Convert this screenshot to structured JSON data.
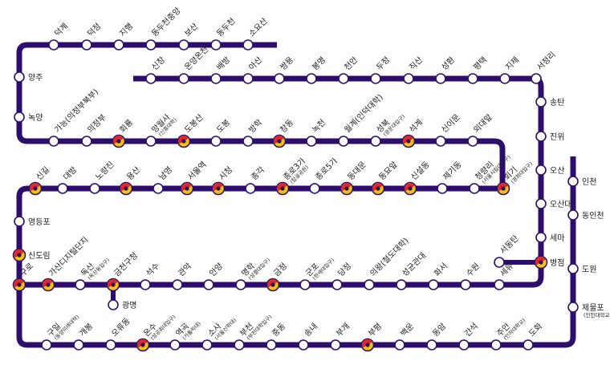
{
  "colors": {
    "line": "#2c0d6b",
    "station_fill": "#ffffff",
    "station_stroke": "#2c0d6b",
    "transfer_a": "#e8222a",
    "transfer_b": "#f4c20d",
    "transfer_ring": "#2c0d6b"
  },
  "rows": [
    {
      "id": "r1",
      "stations": [
        {
          "n": "덕계"
        },
        {
          "n": "덕정"
        },
        {
          "n": "지행"
        },
        {
          "n": "동두천중앙"
        },
        {
          "n": "보산"
        },
        {
          "n": "동두천"
        },
        {
          "n": "소요산"
        }
      ]
    },
    {
      "id": "r2",
      "stations": [
        {
          "n": "신창"
        },
        {
          "n": "온양온천"
        },
        {
          "n": "배방"
        },
        {
          "n": "아산"
        },
        {
          "n": "쌍용"
        },
        {
          "n": "봉명"
        },
        {
          "n": "천안"
        },
        {
          "n": "두정"
        },
        {
          "n": "직산"
        },
        {
          "n": "성환"
        },
        {
          "n": "평택"
        },
        {
          "n": "지제"
        },
        {
          "n": "서정리"
        }
      ]
    },
    {
      "id": "r3",
      "stations": [
        {
          "n": "가능(의정부북부)"
        },
        {
          "n": "의정부"
        },
        {
          "n": "회룡",
          "t": 1
        },
        {
          "n": "망월사",
          "s": "(신흥대학)"
        },
        {
          "n": "도봉산",
          "t": 1
        },
        {
          "n": "도봉"
        },
        {
          "n": "방학"
        },
        {
          "n": "창동",
          "t": 1
        },
        {
          "n": "녹천"
        },
        {
          "n": "월계(인덕대학)"
        },
        {
          "n": "성북",
          "s": "(광운대입구)"
        },
        {
          "n": "석계",
          "t": 1
        },
        {
          "n": "신이문"
        },
        {
          "n": "외대앞"
        }
      ]
    },
    {
      "id": "r4",
      "stations": [
        {
          "n": "신길",
          "t": 1
        },
        {
          "n": "대방"
        },
        {
          "n": "노량진"
        },
        {
          "n": "용산",
          "t": 1
        },
        {
          "n": "남영"
        },
        {
          "n": "서울역",
          "t": 1
        },
        {
          "n": "시청",
          "t": 1
        },
        {
          "n": "종각"
        },
        {
          "n": "종로3가",
          "s": "(탑골공원)",
          "t": 1
        },
        {
          "n": "종로5가"
        },
        {
          "n": "동대문",
          "t": 1
        },
        {
          "n": "동묘앞",
          "t": 1
        },
        {
          "n": "신설동",
          "t": 1
        },
        {
          "n": "제기동"
        },
        {
          "n": "청량리",
          "s": "(서울시립대입구)"
        },
        {
          "n": "회기",
          "s": "(경희대입구)",
          "t": 1
        }
      ]
    },
    {
      "id": "r5",
      "stations": [
        {
          "n": "구로",
          "t": 1
        },
        {
          "n": "가산디지털단지",
          "t": 1
        },
        {
          "n": "독산",
          "s": "(독산동입구)"
        },
        {
          "n": "금천구청",
          "t": 1
        },
        {
          "n": "석수"
        },
        {
          "n": "관악"
        },
        {
          "n": "안양"
        },
        {
          "n": "명학",
          "s": "(성결대입구)"
        },
        {
          "n": "금정",
          "t": 1
        },
        {
          "n": "군포",
          "s": "(한세대입구)"
        },
        {
          "n": "당정"
        },
        {
          "n": "의왕(철도대학)"
        },
        {
          "n": "성균관대"
        },
        {
          "n": "화서"
        },
        {
          "n": "수원"
        },
        {
          "n": "세류"
        }
      ]
    },
    {
      "id": "r6",
      "stations": [
        {
          "n": "구일",
          "s": "(동양미래대학)"
        },
        {
          "n": "개봉"
        },
        {
          "n": "오류동"
        },
        {
          "n": "온수",
          "s": "(성공회대입구)",
          "t": 1
        },
        {
          "n": "역곡",
          "s": "(가톨릭대)"
        },
        {
          "n": "소사",
          "s": "(서울신학대)"
        },
        {
          "n": "부천",
          "s": "(부천대학입구)"
        },
        {
          "n": "중동"
        },
        {
          "n": "송내"
        },
        {
          "n": "부개"
        },
        {
          "n": "부평",
          "t": 1
        },
        {
          "n": "백운"
        },
        {
          "n": "동암"
        },
        {
          "n": "간석"
        },
        {
          "n": "주안",
          "s": "(인하대학교)"
        },
        {
          "n": "도화"
        }
      ]
    },
    {
      "id": "west_col",
      "stations": [
        {
          "n": "양주"
        },
        {
          "n": "녹양"
        }
      ]
    },
    {
      "id": "west_col2",
      "stations": [
        {
          "n": "영등포"
        },
        {
          "n": "신도림",
          "t": 1
        }
      ]
    },
    {
      "id": "east_col",
      "stations": [
        {
          "n": "송탄"
        },
        {
          "n": "진위"
        },
        {
          "n": "오산"
        },
        {
          "n": "오산대"
        },
        {
          "n": "세마"
        },
        {
          "n": "병점",
          "t": 1
        }
      ]
    },
    {
      "id": "branch_gm",
      "stations": [
        {
          "n": "광명"
        }
      ]
    },
    {
      "id": "branch_sd",
      "stations": [
        {
          "n": "서동탄"
        }
      ]
    },
    {
      "id": "east_col2",
      "stations": [
        {
          "n": "인천"
        },
        {
          "n": "동인천"
        },
        {
          "n": "도원"
        },
        {
          "n": "제물포",
          "s": "(인천대학교)"
        }
      ]
    }
  ]
}
